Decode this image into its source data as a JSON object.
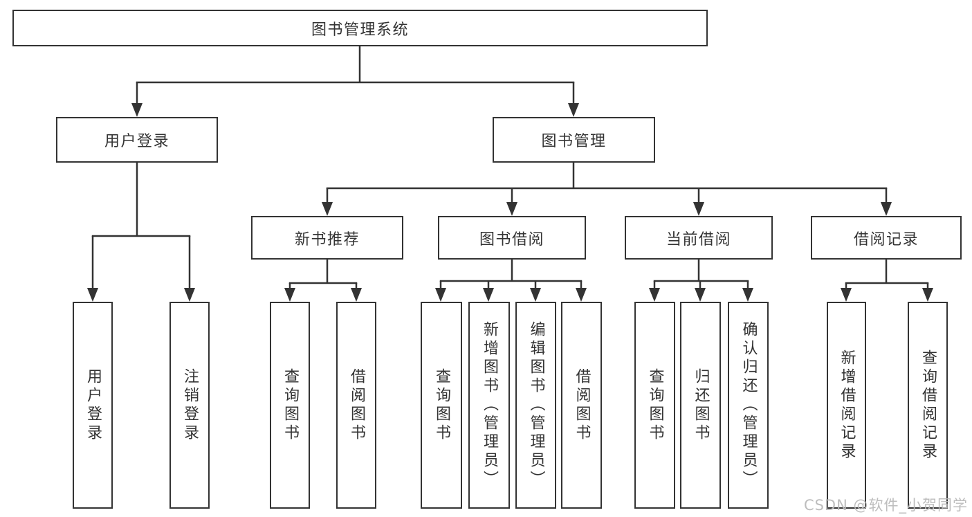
{
  "diagram": {
    "root": "图书管理系统",
    "branches": {
      "user_login": {
        "label": "用户登录",
        "leaves": [
          "用户登录",
          "注销登录"
        ]
      },
      "book_mgmt": {
        "label": "图书管理",
        "sections": {
          "new_books": {
            "label": "新书推荐",
            "leaves": [
              "查询图书",
              "借阅图书"
            ]
          },
          "borrowing": {
            "label": "图书借阅",
            "leaves": [
              "查询图书",
              "新增图书（管理员）",
              "编辑图书（管理员）",
              "借阅图书"
            ]
          },
          "current": {
            "label": "当前借阅",
            "leaves": [
              "查询图书",
              "归还图书",
              "确认归还（管理员）"
            ]
          },
          "records": {
            "label": "借阅记录",
            "leaves": [
              "新增借阅记录",
              "查询借阅记录"
            ]
          }
        }
      }
    }
  },
  "watermark": "CSDN @软件_小贺同学",
  "colors": {
    "line": "#333333",
    "text": "#333333",
    "box_background": "#ffffff",
    "watermark": "#b9b9b9",
    "background": "#ffffff"
  }
}
